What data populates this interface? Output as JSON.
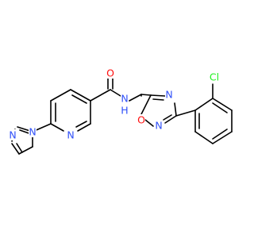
{
  "atoms": {
    "o_carbonyl": {
      "symbol": "O",
      "color": "#FF0D0D"
    },
    "n_amide": {
      "symbol": "N",
      "color": "#3050F8"
    },
    "h_amide": {
      "symbol": "H",
      "color": "#3050F8"
    },
    "n_pyridine": {
      "symbol": "N",
      "color": "#3050F8"
    },
    "n_imidazole_1": {
      "symbol": "N",
      "color": "#3050F8"
    },
    "n_imidazole_3": {
      "symbol": "N",
      "color": "#3050F8"
    },
    "n_oxadiazole_2": {
      "symbol": "N",
      "color": "#3050F8"
    },
    "n_oxadiazole_4": {
      "symbol": "N",
      "color": "#3050F8"
    },
    "o_oxadiazole": {
      "symbol": "O",
      "color": "#FF0D0D"
    },
    "cl": {
      "symbol": "Cl",
      "color": "#1FF01F"
    }
  },
  "bond_color": "#000000"
}
